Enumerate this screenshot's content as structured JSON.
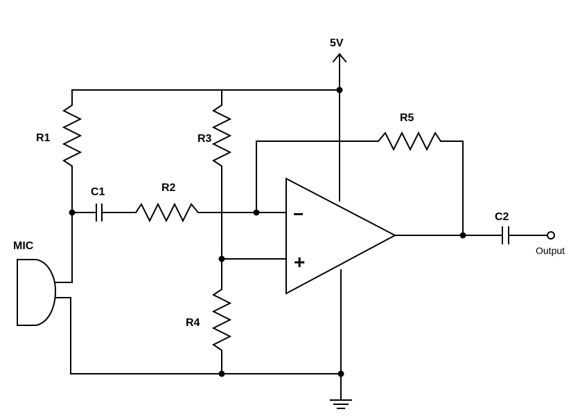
{
  "schematic": {
    "supply_label": "5V",
    "mic_label": "MIC",
    "output_label": "Output",
    "resistors": {
      "r1": "R1",
      "r2": "R2",
      "r3": "R3",
      "r4": "R4",
      "r5": "R5"
    },
    "capacitors": {
      "c1": "C1",
      "c2": "C2"
    },
    "opamp": {
      "inverting_symbol": "−",
      "noninverting_symbol": "+"
    }
  }
}
